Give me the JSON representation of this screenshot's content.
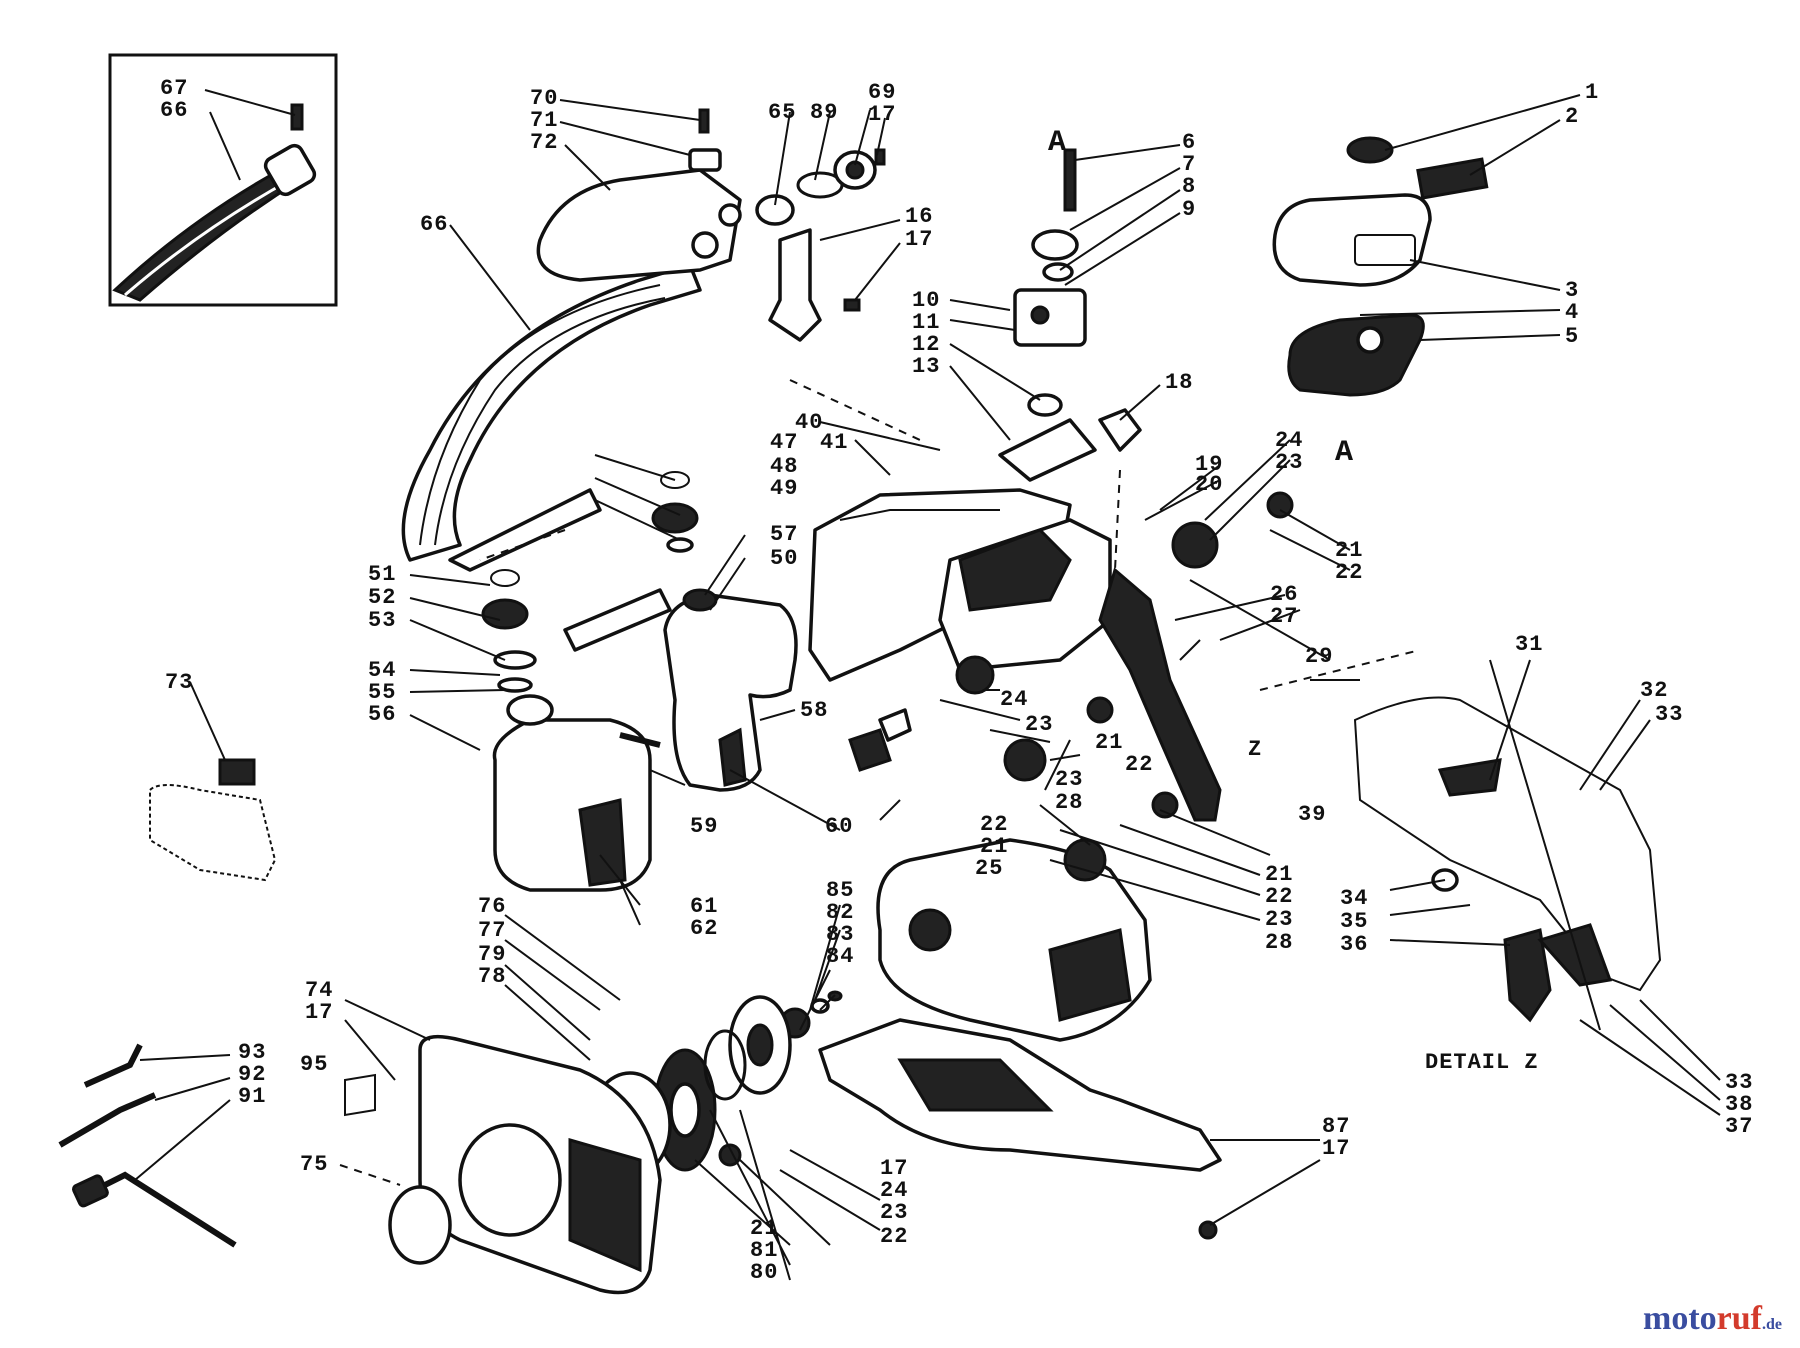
{
  "diagram": {
    "detail_caption": "DETAIL Z",
    "section_markers": [
      "A",
      "A"
    ],
    "z_marker": "Z",
    "labels": [
      "67",
      "66",
      "70",
      "71",
      "72",
      "65",
      "89",
      "69",
      "17",
      "66",
      "16",
      "17",
      "6",
      "7",
      "8",
      "9",
      "1",
      "2",
      "3",
      "4",
      "5",
      "10",
      "11",
      "12",
      "13",
      "18",
      "40",
      "47",
      "41",
      "48",
      "49",
      "57",
      "50",
      "51",
      "52",
      "53",
      "54",
      "55",
      "56",
      "73",
      "58",
      "59",
      "60",
      "61",
      "62",
      "19",
      "20",
      "24",
      "23",
      "21",
      "22",
      "26",
      "27",
      "29",
      "24",
      "23",
      "21",
      "22",
      "23",
      "28",
      "39",
      "22",
      "21",
      "25",
      "21",
      "22",
      "23",
      "28",
      "31",
      "32",
      "33",
      "34",
      "35",
      "36",
      "33",
      "38",
      "37",
      "76",
      "77",
      "79",
      "78",
      "74",
      "17",
      "95",
      "75",
      "93",
      "92",
      "91",
      "85",
      "82",
      "83",
      "84",
      "81",
      "80",
      "21",
      "24",
      "23",
      "22",
      "17",
      "87",
      "17"
    ]
  },
  "watermark": {
    "part1": "moto",
    "part2": "ruf",
    "part3": ".de"
  }
}
